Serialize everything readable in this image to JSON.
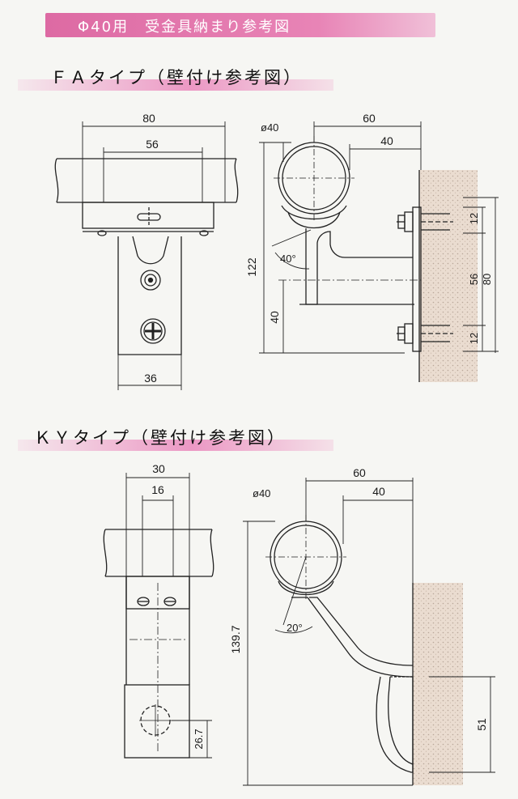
{
  "header": {
    "title": "Φ40用　受金具納まり参考図",
    "bg_color": "#e27aae"
  },
  "fa": {
    "title": "ＦＡタイプ（壁付け参考図）",
    "front": {
      "dim_top": "80",
      "dim_inner": "56",
      "dim_bottom": "36"
    },
    "side": {
      "dia": "ø40",
      "dim_60": "60",
      "dim_40": "40",
      "angle": "40°",
      "h_122": "122",
      "h_40": "40",
      "r_12a": "12",
      "r_56": "56",
      "r_80": "80",
      "r_12b": "12"
    }
  },
  "ky": {
    "title": "ＫＹタイプ（壁付け参考図）",
    "front": {
      "dim_top": "30",
      "dim_inner": "16",
      "dim_bottom": "26.7"
    },
    "side": {
      "dia": "ø40",
      "dim_60": "60",
      "dim_40": "40",
      "angle": "20°",
      "h_139": "139.7",
      "h_51": "51"
    }
  },
  "wall_color": "#e8d8cc"
}
